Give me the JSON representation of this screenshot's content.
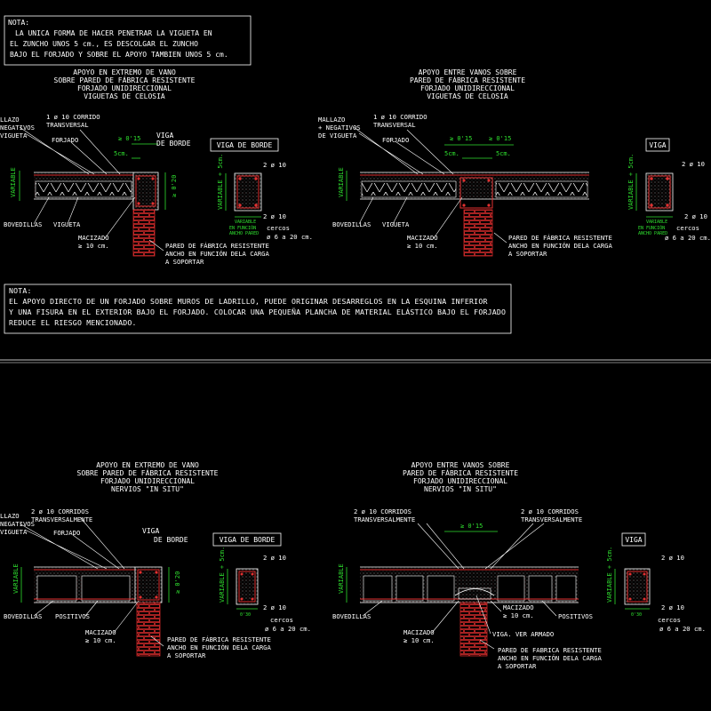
{
  "notes": {
    "top": {
      "label": "NOTA:",
      "lines": [
        "LA UNICA FORMA DE HACER PENETRAR LA VIGUETA EN",
        "EL ZUNCHO UNOS 5 cm., ES DESCOLGAR EL ZUNCHO",
        "BAJO EL FORJADO Y SOBRE EL APOYO TAMBIEN UNOS 5 cm."
      ]
    },
    "middle": {
      "label": "NOTA:",
      "lines": [
        "EL APOYO DIRECTO DE UN FORJADO SOBRE MUROS DE LADRILLO, PUEDE ORIGINAR DESARREGLOS EN LA ESQUINA INFERIOR",
        "Y UNA FISURA EN EL EXTERIOR BAJO EL FORJADO. COLOCAR UNA PEQUEÑA PLANCHA DE MATERIAL ELÁSTICO BAJO EL FORJADO",
        "REDUCE EL RIESGO MENCIONADO."
      ]
    }
  },
  "details": {
    "d1": {
      "title": [
        "APOYO EN EXTREMO DE VANO",
        "SOBRE PARED DE FÁBRICA RESISTENTE",
        "FORJADO UNIDIRECCIONAL",
        "VIGUETAS DE CELOSIA"
      ],
      "labels": {
        "mallazo": [
          "LLAZO",
          "NEGATIVOS",
          "VIGUETA"
        ],
        "corridos": [
          "1 ø 10 CORRIDO",
          "TRANSVERSAL"
        ],
        "forjado": "FORJADO",
        "viga": [
          "VIGA",
          "DE BORDE"
        ],
        "dim_top": "≥ 0'15",
        "dim_5": "5cm.",
        "dim_h": "≥ 0'20",
        "variable": "VARIABLE",
        "bovedillas": "BOVEDILLAS",
        "vigueta": "VIGUETA",
        "macizado": [
          "MACIZADO",
          "≥ 10 cm."
        ],
        "pared": [
          "PARED DE FÁBRICA RESISTENTE",
          "ANCHO EN FUNCIÓN DELA CARGA",
          "A SOPORTAR"
        ]
      },
      "section": {
        "box_title": "VIGA DE BORDE",
        "top_bars": "2 ø 10",
        "bottom_bars": "2 ø 10",
        "side": "VARIABLE + 5cm.",
        "bottom_label": [
          "VARIABLE",
          "EN FUNCIÓN",
          "ANCHO PARED"
        ],
        "cercos": [
          "cercos",
          "ø 6 a 20 cm."
        ]
      }
    },
    "d2": {
      "title": [
        "APOYO ENTRE VANOS SOBRE",
        "PARED DE FÁBRICA RESISTENTE",
        "FORJADO UNIDIRECCIONAL",
        "VIGUETAS DE CELOSIA"
      ],
      "labels": {
        "mallazo": [
          "MALLAZO",
          "+ NEGATIVOS",
          "DE VIGUETA"
        ],
        "corridos": [
          "1 ø 10 CORRIDO",
          "TRANSVERSAL"
        ],
        "forjado": "FORJADO",
        "dim_top_l": "≥ 0'15",
        "dim_top_r": "≥ 0'15",
        "dim_5l": "5cm.",
        "dim_5r": "5cm.",
        "variable": "VARIABLE",
        "bovedillas": "BOVEDILLAS",
        "vigueta": "VIGUETA",
        "macizado": [
          "MACIZADO",
          "≥ 10 cm."
        ],
        "pared": [
          "PARED DE FÁBRICA RESISTENTE",
          "ANCHO EN FUNCIÓN DELA CARGA",
          "A SOPORTAR"
        ]
      },
      "section": {
        "box_title": "VIGA",
        "top_bars": "2 ø 10",
        "bottom_bars": "2 ø 10",
        "side": "VARIABLE + 5cm.",
        "bottom_label": [
          "VARIABLE",
          "EN FUNCIÓN",
          "ANCHO PARED"
        ],
        "cercos": [
          "cercos",
          "ø 6 a 20 cm."
        ]
      }
    },
    "d3": {
      "title": [
        "APOYO EN EXTREMO DE VANO",
        "SOBRE PARED DE FÁBRICA RESISTENTE",
        "FORJADO UNIDIRECCIONAL",
        "NERVIOS \"IN SITU\""
      ],
      "labels": {
        "mallazo": [
          "LLAZO",
          "NEGATIVOS",
          "VIGUETA"
        ],
        "corridos": [
          "2 ø 10 CORRIDOS",
          "TRANSVERSALMENTE"
        ],
        "forjado": "FORJADO",
        "viga": [
          "VIGA",
          "DE BORDE"
        ],
        "dim_h": "≥ 0'20",
        "variable": "VARIABLE",
        "bovedillas": "BOVEDILLAS",
        "positivos": "POSITIVOS",
        "macizado": [
          "MACIZADO",
          "≥ 10 cm."
        ],
        "pared": [
          "PARED DE FÁBRICA RESISTENTE",
          "ANCHO EN FUNCIÓN DELA CARGA",
          "A SOPORTAR"
        ]
      },
      "section": {
        "box_title": "VIGA DE BORDE",
        "top_bars": "2 ø 10",
        "bottom_bars": "2 ø 10",
        "side": "VARIABLE + 5cm.",
        "bottom_label": "0'30",
        "cercos": [
          "cercos",
          "ø 6 a 20 cm."
        ]
      }
    },
    "d4": {
      "title": [
        "APOYO ENTRE VANOS SOBRE",
        "PARED DE FÁBRICA RESISTENTE",
        "FORJADO UNIDIRECCIONAL",
        "NERVIOS \"IN SITU\""
      ],
      "labels": {
        "corridos_l": [
          "2 ø 10 CORRIDOS",
          "TRANSVERSALMENTE"
        ],
        "corridos_r": [
          "2 ø 10 CORRIDOS",
          "TRANSVERSALMENTE"
        ],
        "dim_top": "≥ 0'15",
        "variable": "VARIABLE",
        "bovedillas": "BOVEDILLAS",
        "positivos": "POSITIVOS",
        "macizado_l": [
          "MACIZADO",
          "≥ 10 cm."
        ],
        "macizado_r": [
          "MACIZADO",
          "≥ 10 cm."
        ],
        "viga_armado": "VIGA. VER ARMADO",
        "pared": [
          "PARED DE FABRICA RESISTENTE",
          "ANCHO EN FUNCIÓN DELA CARGA",
          "A SOPORTAR"
        ]
      },
      "section": {
        "box_title": "VIGA",
        "top_bars": "2 ø 10",
        "bottom_bars": "2 ø 10",
        "side": "VARIABLE + 5cm.",
        "bottom_label": "0'30",
        "cercos": [
          "cercos",
          "ø 6 a 20 cm."
        ]
      }
    }
  },
  "colors": {
    "background": "#000000",
    "lines": "#ffffff",
    "dimensions": "#2fe02f",
    "rebar": "#e23030",
    "brick": "#8a1414"
  }
}
